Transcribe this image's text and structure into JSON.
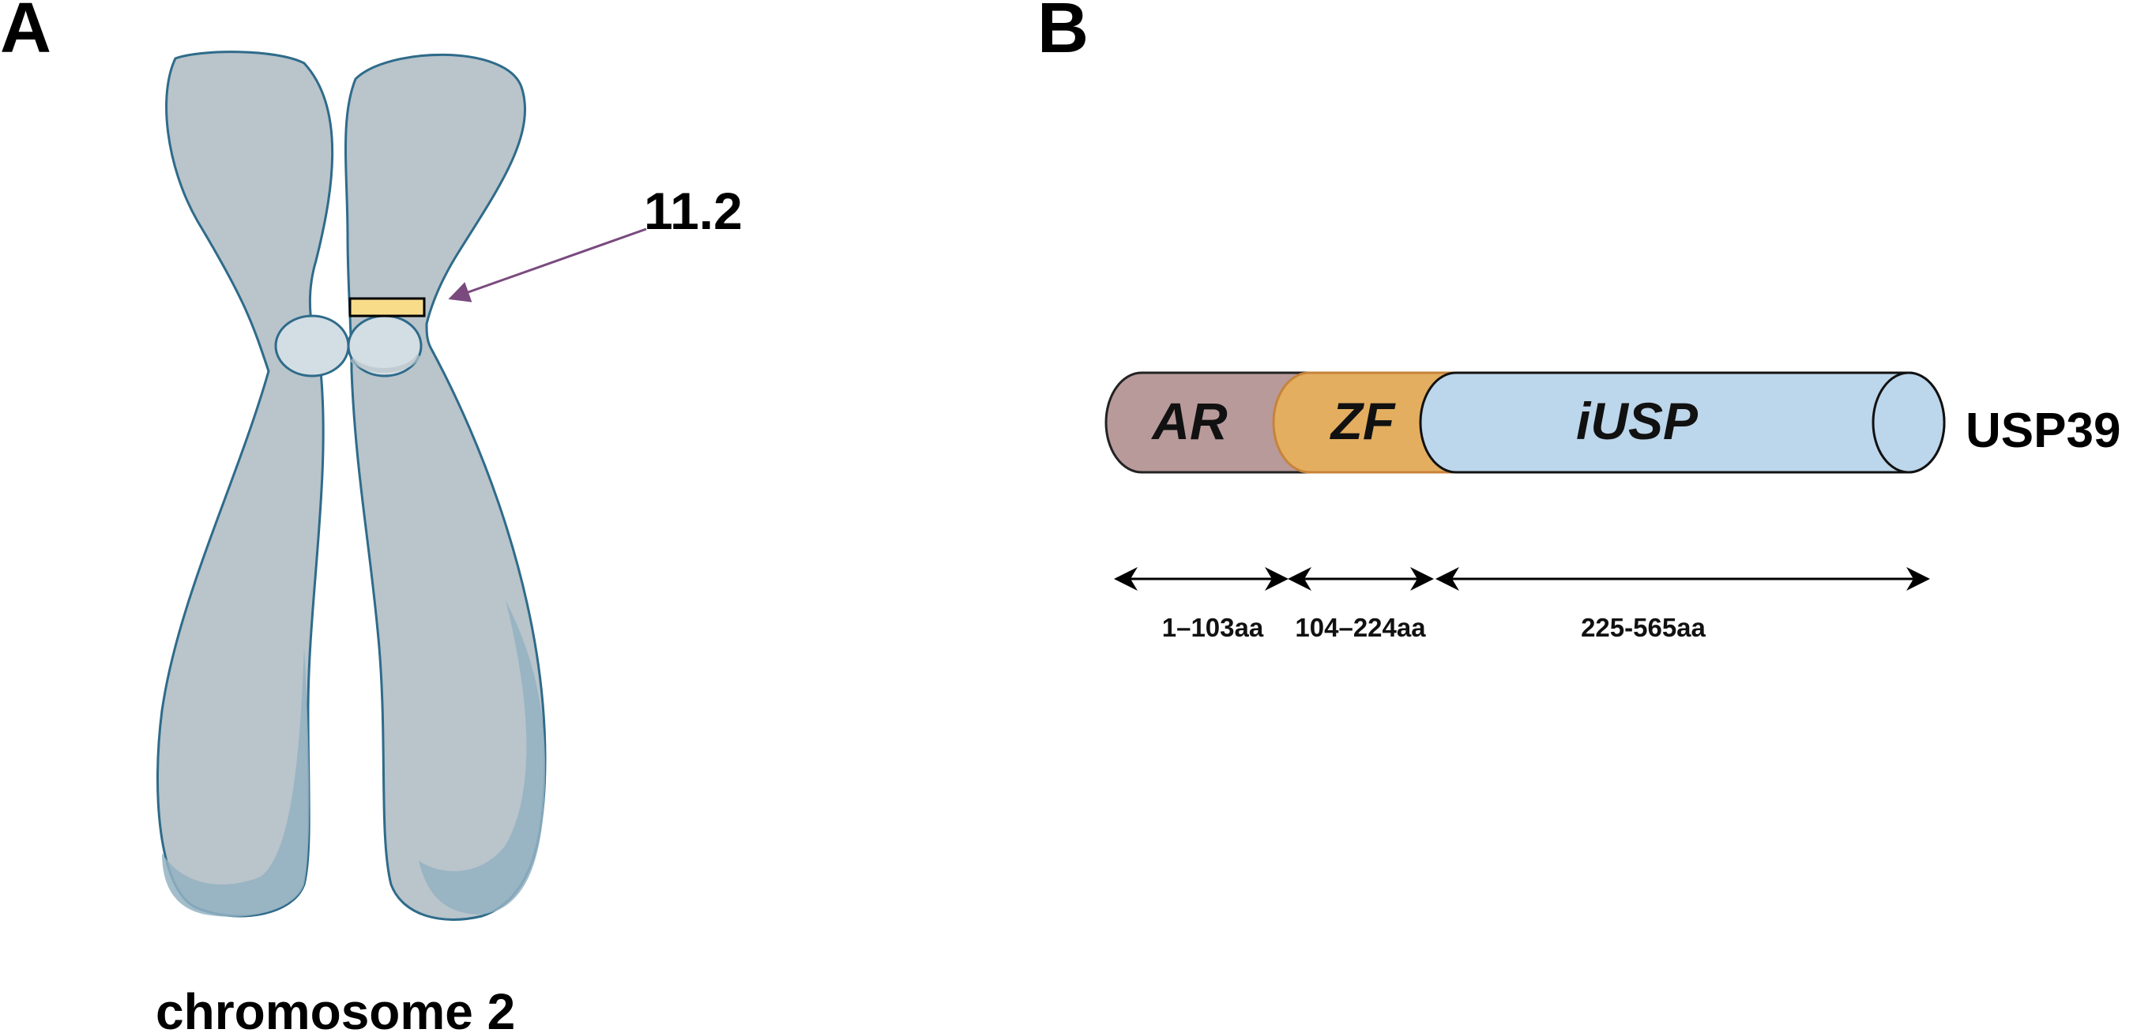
{
  "panel_a": {
    "label": "A",
    "band_label": "11.2",
    "chromosome_label": "chromosome 2"
  },
  "panel_b": {
    "label": "B",
    "protein_name": "USP39",
    "domains": [
      {
        "name": "AR",
        "range": "1–103aa",
        "start": 1,
        "end": 103,
        "color": "#b89a9a"
      },
      {
        "name": "ZF",
        "range": "104–224aa",
        "start": 104,
        "end": 224,
        "color": "#e3ae60"
      },
      {
        "name": "iUSP",
        "range": "225-565aa",
        "start": 225,
        "end": 565,
        "color": "#bcd6eb"
      }
    ]
  },
  "colors": {
    "chromosome_fill": "#b9c4cb",
    "chromosome_shadow": "#93b2c2",
    "chromosome_outline": "#2e6b8a",
    "centromere_fill": "#d3dde4",
    "band_fill": "#f8dc8a",
    "arrow": "#7a4a7f"
  }
}
